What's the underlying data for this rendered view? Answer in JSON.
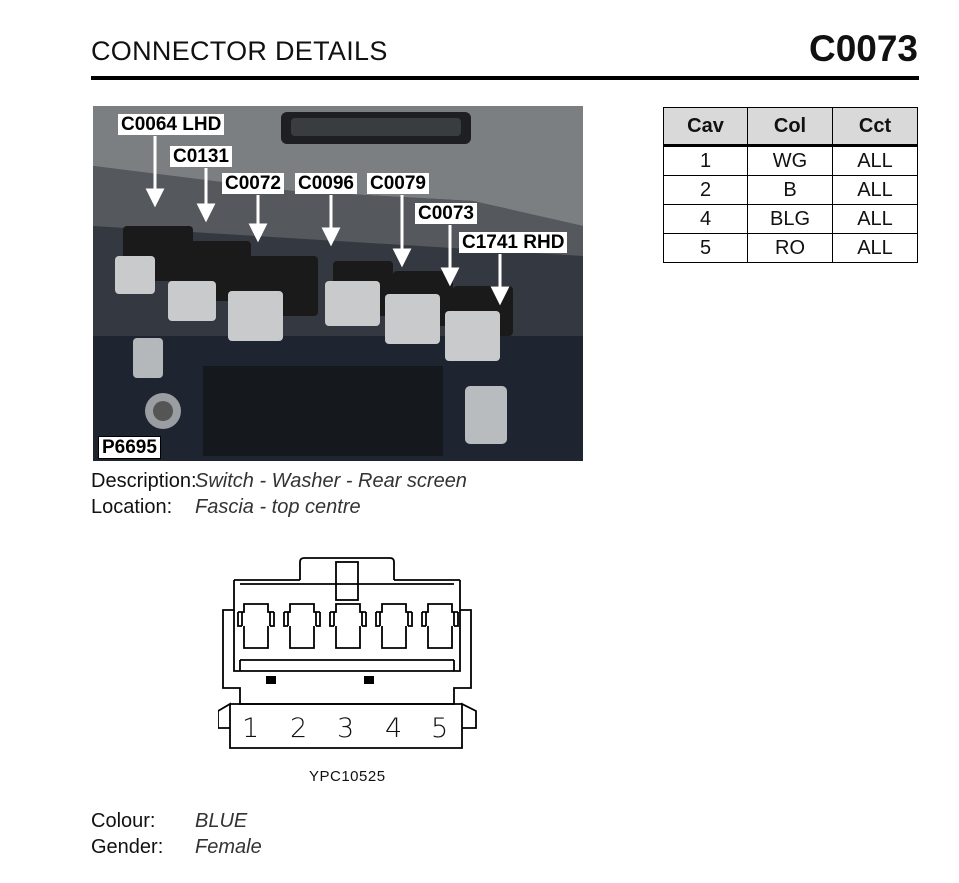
{
  "header": {
    "title": "CONNECTOR DETAILS",
    "connector_code": "C0073"
  },
  "photo": {
    "callouts": [
      "C0064 LHD",
      "C0131",
      "C0072",
      "C0096",
      "C0079",
      "C0073",
      "C1741 RHD"
    ],
    "photo_ref": "P6695"
  },
  "details": {
    "description_label": "Description:",
    "description_value": "Switch - Washer - Rear screen",
    "location_label": "Location:",
    "location_value": "Fascia - top centre",
    "colour_label": "Colour:",
    "colour_value": "BLUE",
    "gender_label": "Gender:",
    "gender_value": "Female"
  },
  "pin_table": {
    "headers": [
      "Cav",
      "Col",
      "Cct"
    ],
    "rows": [
      [
        "1",
        "WG",
        "ALL"
      ],
      [
        "2",
        "B",
        "ALL"
      ],
      [
        "4",
        "BLG",
        "ALL"
      ],
      [
        "5",
        "RO",
        "ALL"
      ]
    ]
  },
  "diagram": {
    "pin_numbers": [
      "1",
      "2",
      "3",
      "4",
      "5"
    ],
    "ref": "YPC10525"
  }
}
